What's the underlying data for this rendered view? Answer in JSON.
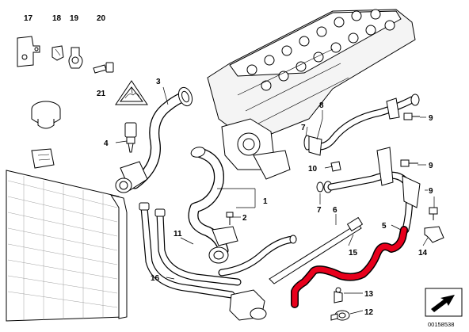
{
  "diagram_ref": "00158538",
  "callouts": [
    {
      "id": "17",
      "label": "17"
    },
    {
      "id": "18",
      "label": "18"
    },
    {
      "id": "19",
      "label": "19"
    },
    {
      "id": "20",
      "label": "20"
    },
    {
      "id": "21",
      "label": "21"
    },
    {
      "id": "3",
      "label": "3"
    },
    {
      "id": "4",
      "label": "4"
    },
    {
      "id": "8",
      "label": "8"
    },
    {
      "id": "9a",
      "label": "9"
    },
    {
      "id": "7a",
      "label": "7"
    },
    {
      "id": "10",
      "label": "10"
    },
    {
      "id": "9b",
      "label": "9"
    },
    {
      "id": "9c",
      "label": "9"
    },
    {
      "id": "7b",
      "label": "7"
    },
    {
      "id": "1",
      "label": "1"
    },
    {
      "id": "2",
      "label": "2"
    },
    {
      "id": "11",
      "label": "11"
    },
    {
      "id": "6",
      "label": "6"
    },
    {
      "id": "5",
      "label": "5"
    },
    {
      "id": "15",
      "label": "15"
    },
    {
      "id": "14",
      "label": "14"
    },
    {
      "id": "16",
      "label": "16"
    },
    {
      "id": "13",
      "label": "13"
    },
    {
      "id": "12",
      "label": "12"
    }
  ],
  "highlight": {
    "part": "5",
    "color": "#e8001c"
  }
}
